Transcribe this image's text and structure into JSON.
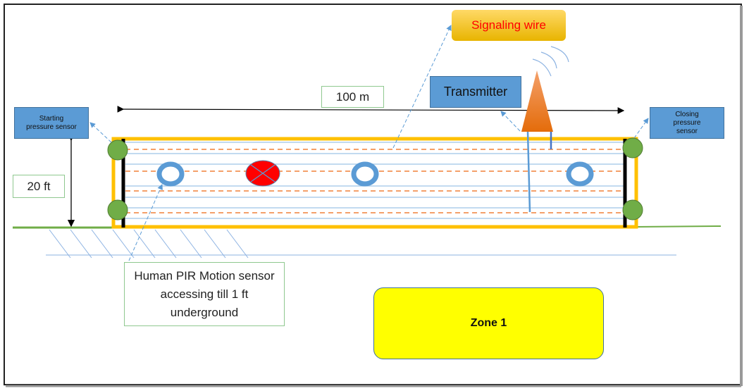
{
  "labels": {
    "signaling_wire": "Signaling wire",
    "distance": "100 m",
    "transmitter": "Transmitter",
    "starting_sensor": "Starting pressure sensor",
    "closing_sensor": "Closing pressure sensor",
    "height": "20 ft",
    "pir_sensor": "Human PIR Motion sensor accessing till 1 ft underground",
    "zone": "Zone 1"
  },
  "colors": {
    "fence_border": "#ffc000",
    "sensor_ring": "#5b9bd5",
    "pressure_node": "#70ad47",
    "intruder": "#ff0000",
    "zone_fill": "#ffff00",
    "antenna": "#ed7d31",
    "signal_text": "#ff0000"
  }
}
